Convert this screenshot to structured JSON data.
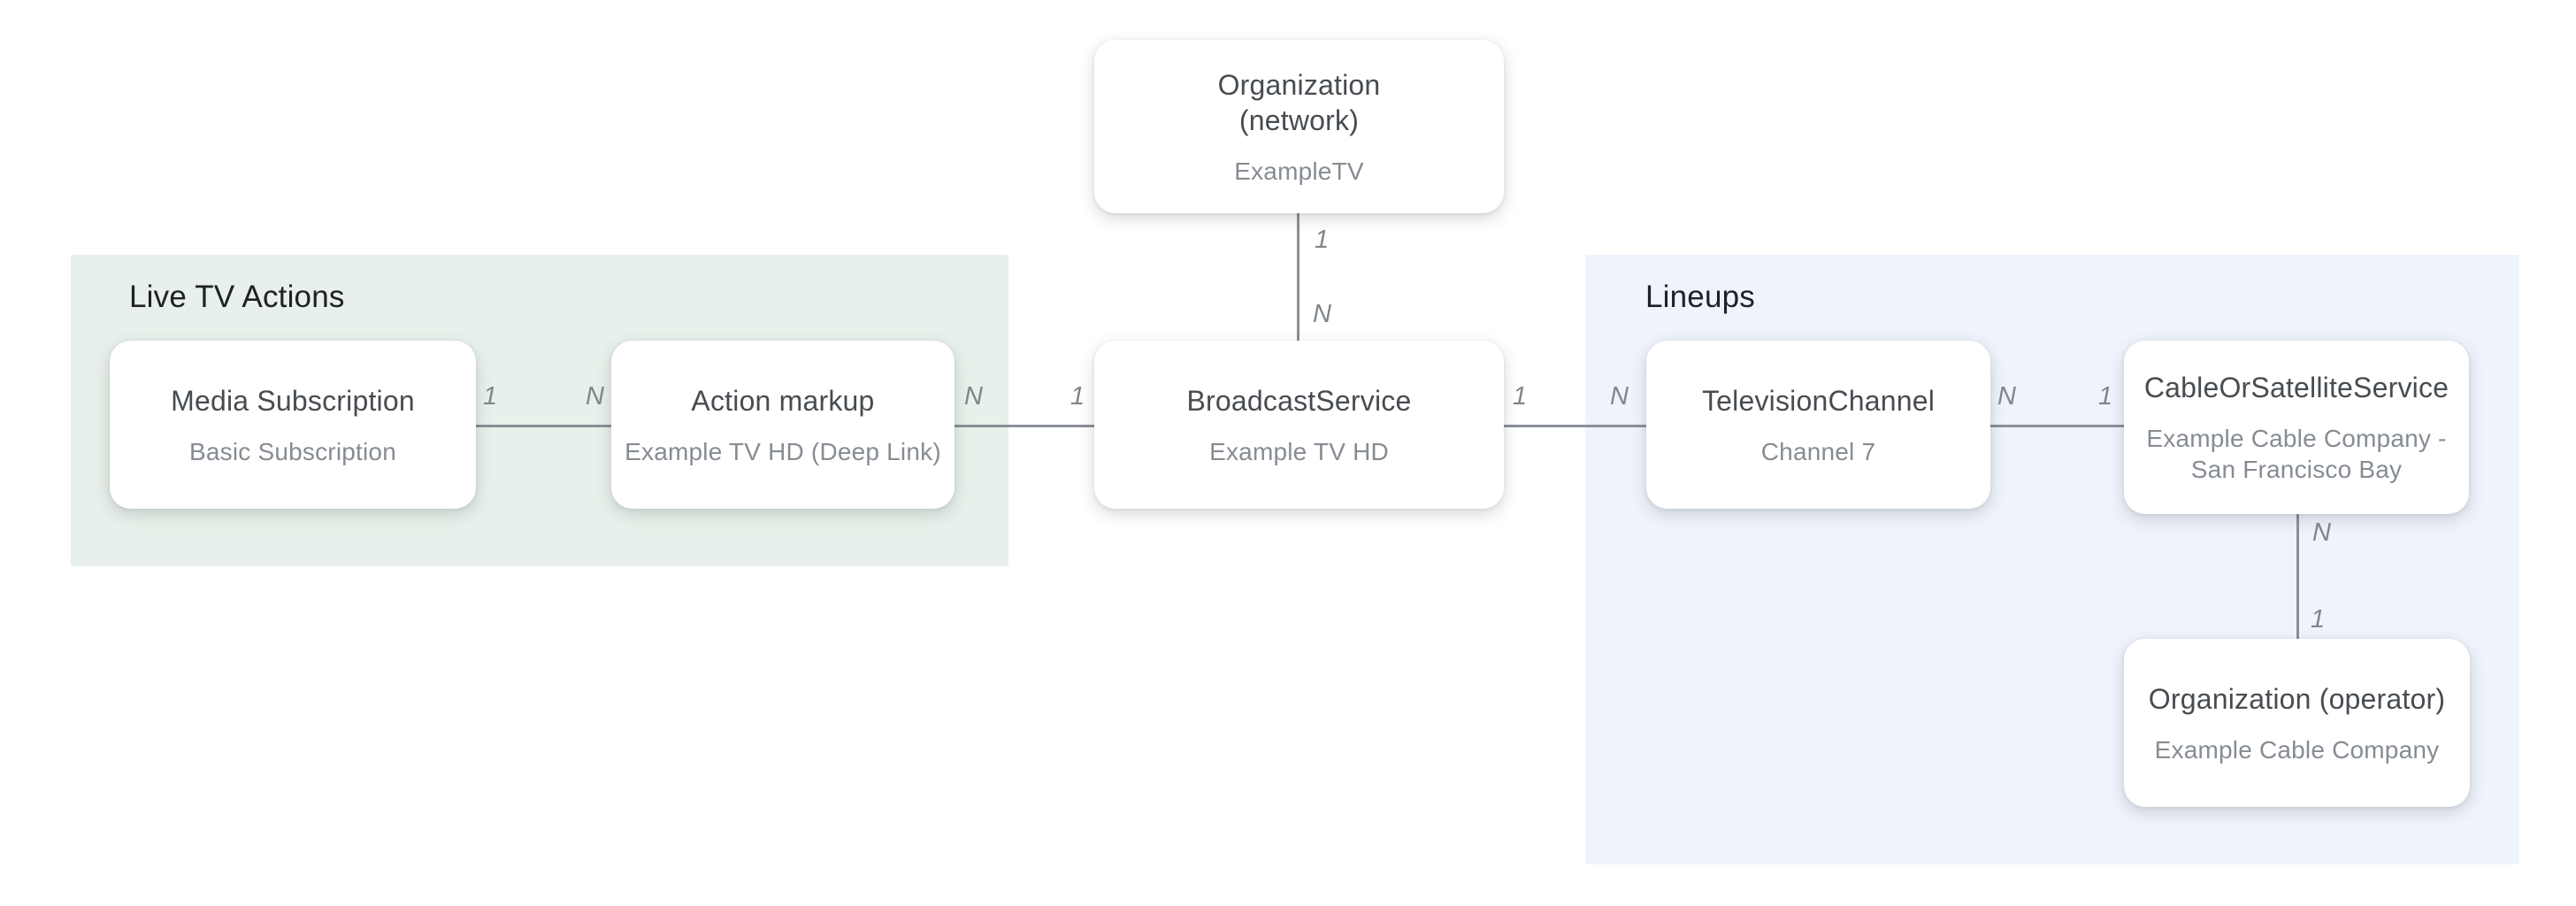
{
  "panels": {
    "live_tv_actions": {
      "title": "Live TV Actions"
    },
    "lineups": {
      "title": "Lineups"
    }
  },
  "nodes": {
    "org_network": {
      "title": "Organization\n(network)",
      "subtitle": "ExampleTV"
    },
    "media_subscription": {
      "title": "Media Subscription",
      "subtitle": "Basic Subscription"
    },
    "action_markup": {
      "title": "Action markup",
      "subtitle": "Example TV HD (Deep Link)"
    },
    "broadcast_service": {
      "title": "BroadcastService",
      "subtitle": "Example TV HD"
    },
    "television_channel": {
      "title": "TelevisionChannel",
      "subtitle": "Channel 7"
    },
    "cable_or_satellite_service": {
      "title": "CableOrSatelliteService",
      "subtitle": "Example Cable Company - San Francisco Bay"
    },
    "org_operator": {
      "title": "Organization (operator)",
      "subtitle": "Example Cable Company"
    }
  },
  "edges": {
    "network_broadcast": {
      "near_network": "1",
      "near_broadcast": "N"
    },
    "media_subscription_action_markup": {
      "near_media_subscription": "1",
      "near_action_markup": "N"
    },
    "action_markup_broadcast": {
      "near_action_markup": "N",
      "near_broadcast": "1"
    },
    "broadcast_television_channel": {
      "near_broadcast": "1",
      "near_television_channel": "N"
    },
    "television_channel_cable": {
      "near_television_channel": "N",
      "near_cable": "1"
    },
    "cable_operator": {
      "near_cable": "N",
      "near_operator": "1"
    }
  },
  "colors": {
    "live_tv_actions_panel": "#e8f0eb",
    "lineups_panel": "#eff3fc",
    "node_background": "#ffffff",
    "node_title_text": "#474c51",
    "node_subtitle_text": "#868c93",
    "panel_heading_text": "#202124",
    "connector_line": "#8a9096",
    "cardinality_label_text": "#80868b"
  }
}
